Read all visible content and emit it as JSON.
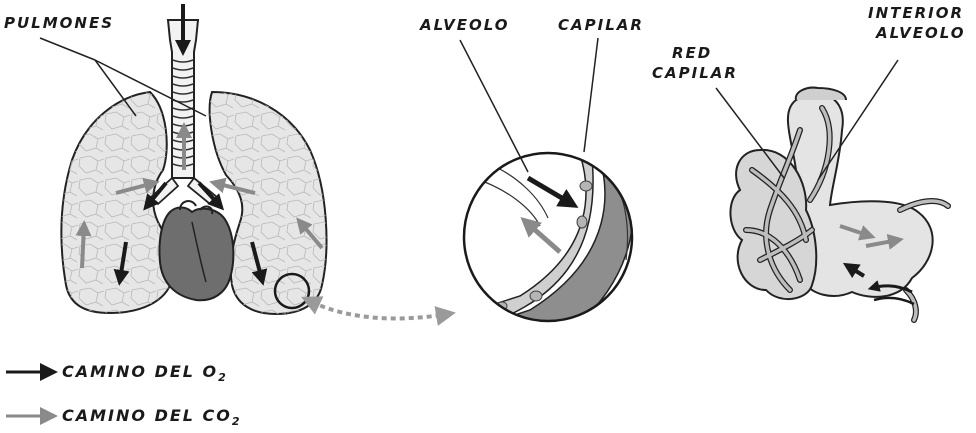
{
  "labels": {
    "pulmones": "PULMONES",
    "alveolo": "ALVEOLO",
    "capilar": "CAPILAR",
    "red_capilar_1": "RED",
    "red_capilar_2": "CAPILAR",
    "interior_1": "INTERIOR",
    "interior_2": "ALVEOLO"
  },
  "legend": {
    "o2_prefix": "CAMINO DEL O",
    "o2_sub": "2",
    "co2_prefix": "CAMINO DEL CO",
    "co2_sub": "2"
  },
  "colors": {
    "o2_arrow": "#1a1a1a",
    "co2_arrow": "#8a8a8a",
    "lung_fill": "#e6e6e6",
    "heart_fill": "#6e6e6e",
    "outline": "#222222"
  }
}
